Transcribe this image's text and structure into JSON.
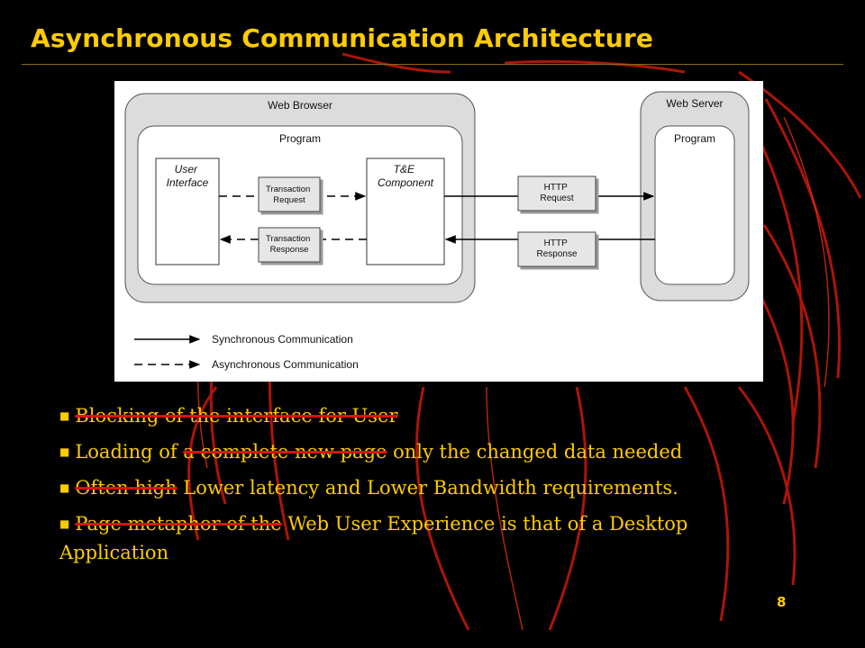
{
  "slide": {
    "title": "Asynchronous Communication Architecture",
    "number": "8"
  },
  "diagram": {
    "browser_label": "Web Browser",
    "browser_program_label": "Program",
    "ui_label": [
      "User",
      "Interface"
    ],
    "component_label": [
      "T&E",
      "Component"
    ],
    "transaction_request": [
      "Transaction",
      "Request"
    ],
    "transaction_response": [
      "Transaction",
      "Response"
    ],
    "http_request": [
      "HTTP",
      "Request"
    ],
    "http_response": [
      "HTTP",
      "Response"
    ],
    "server_label": "Web Server",
    "server_program_label": "Program",
    "legend": {
      "sync": "Synchronous Communication",
      "async": "Asynchronous Communication"
    }
  },
  "bullets": [
    {
      "struck": "Blocking of the interface for User",
      "text": ""
    },
    {
      "pre": "Loading of ",
      "struck": "a complete new page",
      "text": " only the changed data needed"
    },
    {
      "struck": "Often high",
      "text": " Lower latency and Lower Bandwidth requirements."
    },
    {
      "struck": "Page metaphor of the",
      "text": " Web User Experience is that of a Desktop Application"
    }
  ],
  "colors": {
    "background": "#000000",
    "title": "#ffcc00",
    "strike": "#e01010"
  }
}
